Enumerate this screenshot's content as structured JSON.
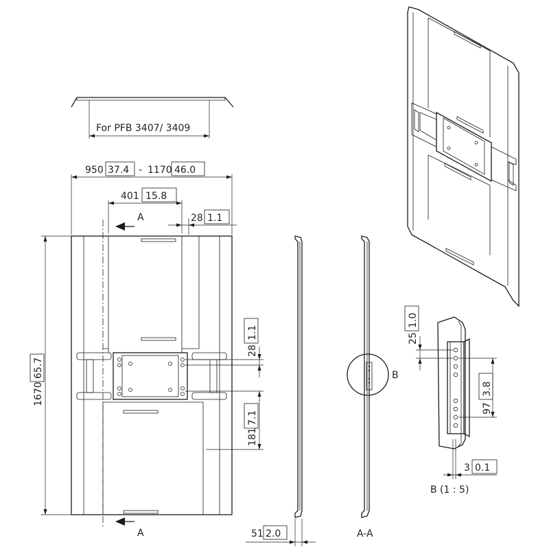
{
  "top_view": {
    "label": "For PFB 3407/ 3409"
  },
  "front_view": {
    "width_mm": "950",
    "width_in": "37.4",
    "width_sep": "-",
    "width_max_mm": "1170",
    "width_max_in": "46.0",
    "inner_mm": "401",
    "inner_in": "15.8",
    "slot_mm": "28",
    "slot_in": "1.1",
    "height_mm": "1670",
    "height_in": "65.7",
    "hole_gap_mm": "28",
    "hole_gap_in": "1.1",
    "lower_mm": "181",
    "lower_in": "7.1",
    "section_label_top": "A",
    "section_label_bottom": "A"
  },
  "side_view": {
    "depth_mm": "51",
    "depth_in": "2.0"
  },
  "section_view": {
    "label": "A-A",
    "detail_callout": "B"
  },
  "detail_view": {
    "top_mm": "25",
    "top_in": "1.0",
    "spacing_mm": "97",
    "spacing_in": "3.8",
    "thickness_mm": "3",
    "thickness_in": "0.1",
    "label": "B (1 : 5)"
  }
}
